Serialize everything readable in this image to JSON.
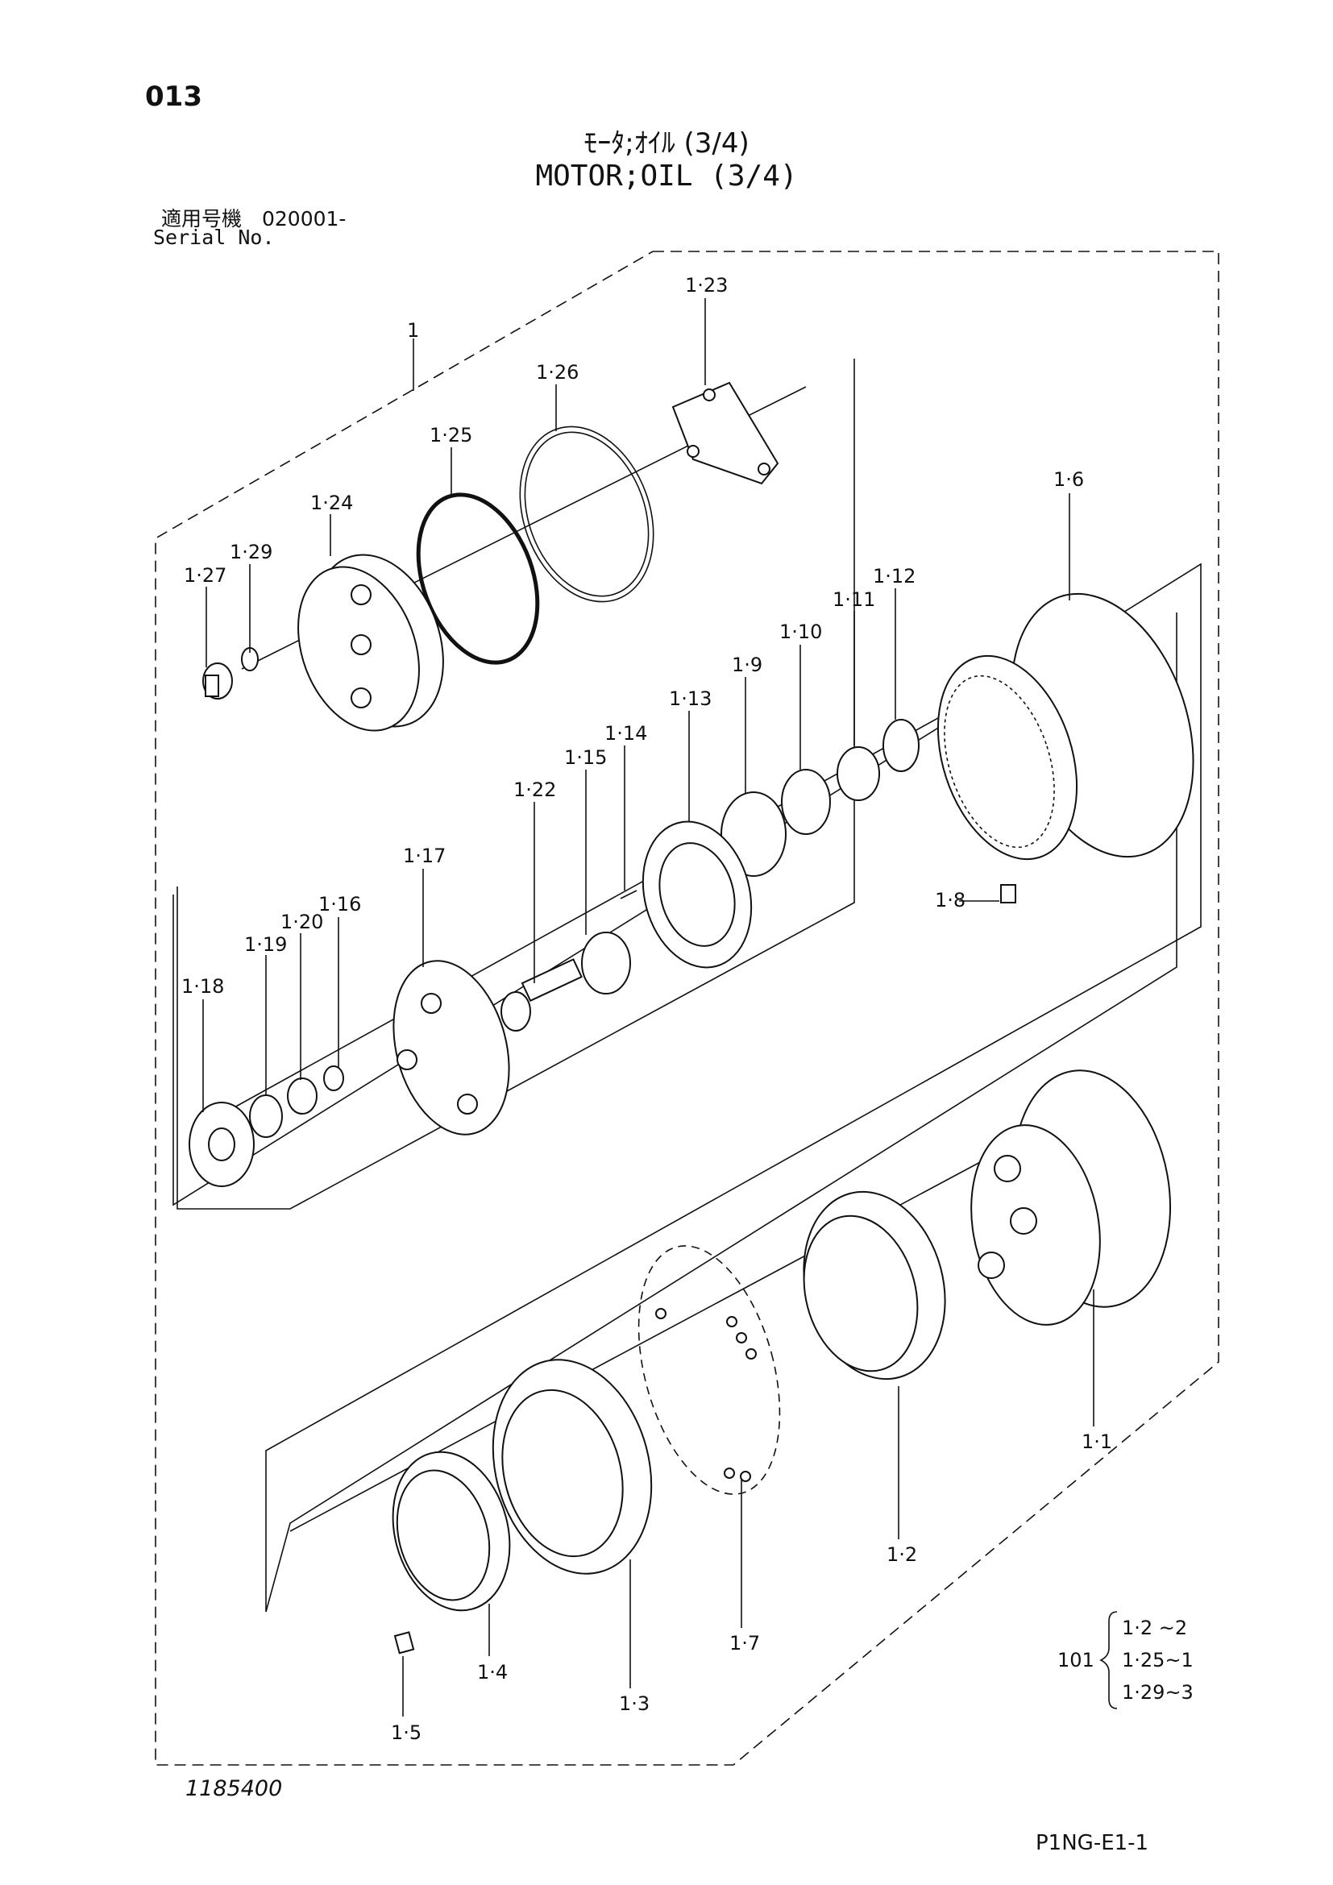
{
  "page": {
    "page_number": "013",
    "title_jp": "ﾓｰﾀ;ｵｲﾙ (3/4)",
    "title_en": "MOTOR;OIL (3/4)",
    "serial_label_jp": "適用号機　020001-",
    "serial_label_en": "Serial No.",
    "drawing_number": "1185400",
    "sheet_code": "P1NG-E1-1"
  },
  "callouts": {
    "p1": "1",
    "p1_23": "1·23",
    "p1_26": "1·26",
    "p1_25": "1·25",
    "p1_24": "1·24",
    "p1_29": "1·29",
    "p1_27": "1·27",
    "p1_6": "1·6",
    "p1_12": "1·12",
    "p1_11": "1·11",
    "p1_10": "1·10",
    "p1_9": "1·9",
    "p1_13": "1·13",
    "p1_14": "1·14",
    "p1_15": "1·15",
    "p1_22": "1·22",
    "p1_17": "1·17",
    "p1_16": "1·16",
    "p1_20": "1·20",
    "p1_19": "1·19",
    "p1_18": "1·18",
    "p1_8": "1·8",
    "p1_1": "1·1",
    "p1_2": "1·2",
    "p1_7": "1·7",
    "p1_4": "1·4",
    "p1_3": "1·3",
    "p1_5": "1·5"
  },
  "kit": {
    "number": "101",
    "items": [
      "1·2 ~2",
      "1·25~1",
      "1·29~3"
    ]
  }
}
